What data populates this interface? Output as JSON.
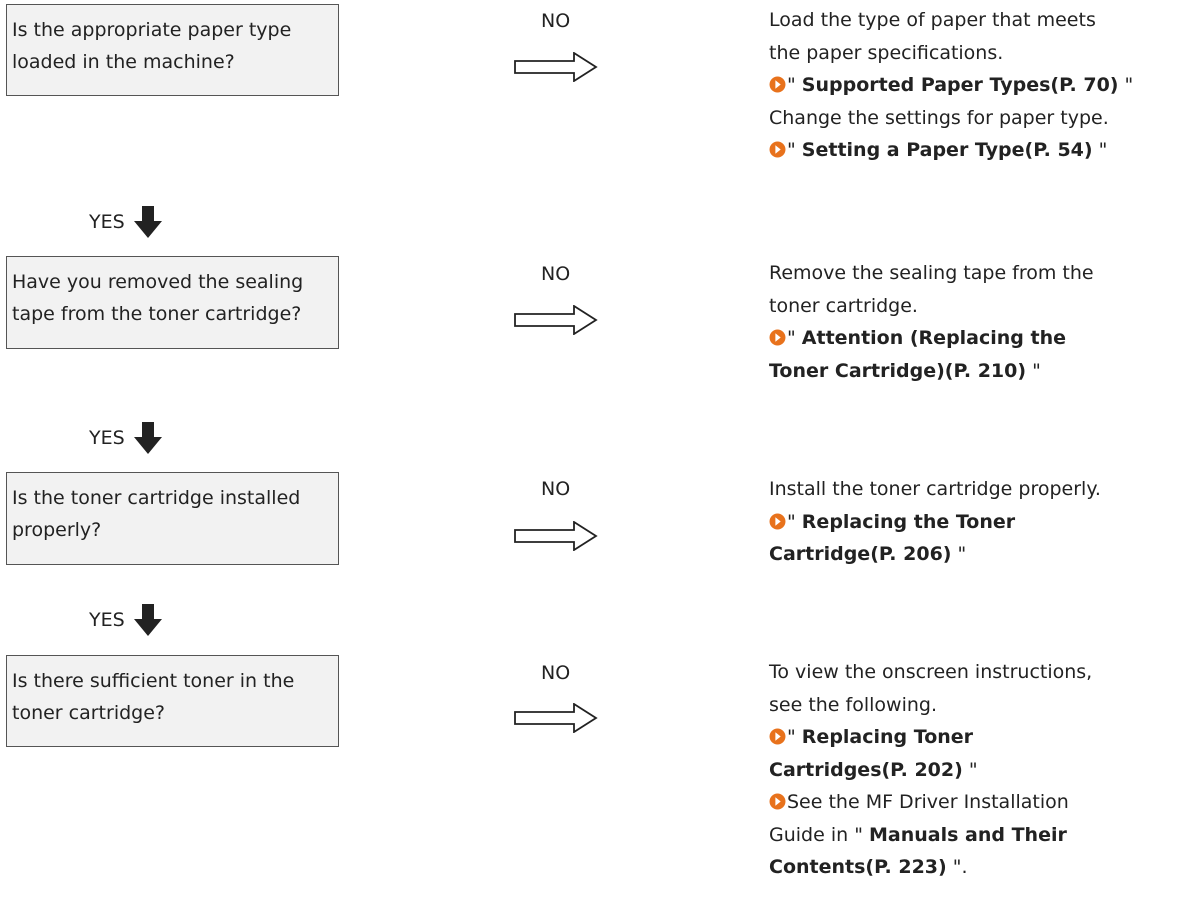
{
  "steps": [
    {
      "question_lines": [
        "Is the appropriate paper type",
        "loaded in the machine?"
      ],
      "no_label": "NO",
      "yes_label": "YES",
      "answer": {
        "text_1a": "Load the type of paper that meets",
        "text_1b": "the paper specifications.",
        "link_1": "Supported Paper Types(P. 70)",
        "text_2": "Change the settings for paper type.",
        "link_2": "Setting a Paper Type(P. 54)"
      }
    },
    {
      "question_lines": [
        "Have you removed the sealing",
        "tape from the toner cartridge?"
      ],
      "no_label": "NO",
      "yes_label": "YES",
      "answer": {
        "text_1a": "Remove the sealing tape from the",
        "text_1b": "toner cartridge.",
        "link_1a": "Attention (Replacing the",
        "link_1b": "Toner Cartridge)(P. 210)"
      }
    },
    {
      "question_lines": [
        "Is the toner cartridge installed",
        "properly?"
      ],
      "no_label": "NO",
      "yes_label": "YES",
      "answer": {
        "text_1": "Install the toner cartridge properly.",
        "link_1a": "Replacing the Toner",
        "link_1b": "Cartridge(P. 206)"
      }
    },
    {
      "question_lines": [
        "Is there sufficient toner in the",
        "toner cartridge?"
      ],
      "no_label": "NO",
      "answer": {
        "text_1a": "To view the onscreen instructions,",
        "text_1b": "see the following.",
        "link_1a": "Replacing Toner",
        "link_1b": "Cartridges(P. 202)",
        "text_2a": "See the MF Driver Installation",
        "text_2b_pre": "Guide in \"",
        "link_2a": "Manuals and Their",
        "link_2b": "Contents(P. 223)",
        "text_2c": "\"."
      }
    }
  ],
  "quote_open": "\"",
  "quote_close": "\"",
  "icons": {
    "link": "circle-arrow-right-icon",
    "no_arrow": "hollow-arrow-right-icon",
    "yes_arrow": "solid-arrow-down-icon"
  },
  "colors": {
    "link_icon": "#e8721c",
    "question_bg": "#f2f2f2",
    "question_border": "#555555",
    "text": "#222222"
  }
}
